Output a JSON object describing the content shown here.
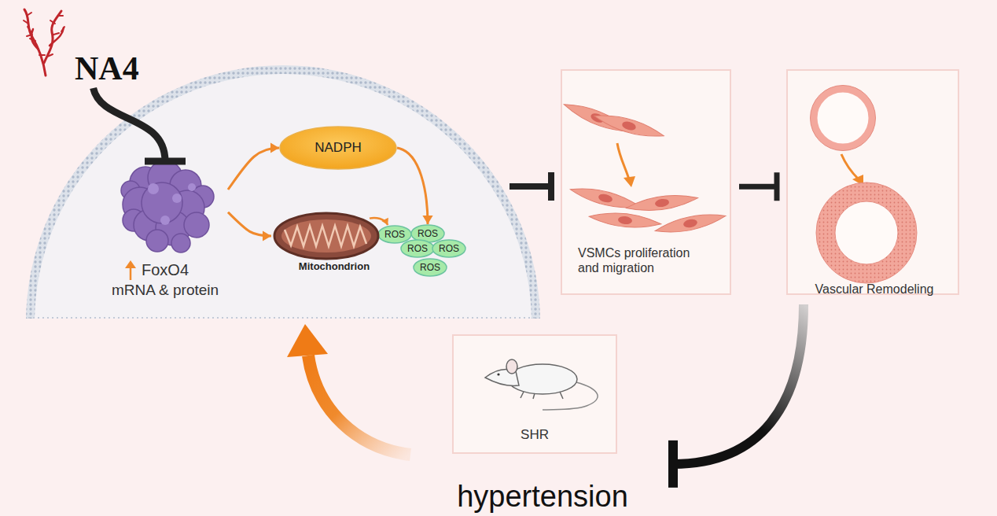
{
  "diagram": {
    "nodes": [
      {
        "text": [
          "NA4"
        ]
      },
      {
        "text": [
          "FoxO4",
          "mRNA & protein"
        ]
      },
      {
        "text": [
          "NADPH"
        ]
      },
      {
        "text": [
          "Mitochondrion"
        ]
      },
      {
        "text": [
          "ROS"
        ]
      },
      {
        "text": [
          "ROS"
        ]
      },
      {
        "text": [
          "ROS"
        ]
      },
      {
        "text": [
          "ROS"
        ]
      },
      {
        "text": [
          "ROS"
        ]
      },
      {
        "text": [
          "VSMCs proliferation and migration"
        ]
      },
      {
        "text": [
          "Vascular Remodeling"
        ]
      },
      {
        "text": [
          "SHR",
          "hypertension"
        ]
      }
    ],
    "edges": [
      {
        "from": 0,
        "to": 1,
        "arrow": "to"
      },
      {
        "from": 1,
        "to": 2,
        "arrow": "to"
      },
      {
        "from": 1,
        "to": 3,
        "arrow": "to"
      },
      {
        "from": 2,
        "to": 5,
        "arrow": "to"
      },
      {
        "from": 3,
        "to": 4,
        "arrow": "to"
      },
      {
        "from": 9,
        "to": 10,
        "arrow": "to"
      },
      {
        "from": 10,
        "to": 11,
        "arrow": "to"
      }
    ]
  }
}
